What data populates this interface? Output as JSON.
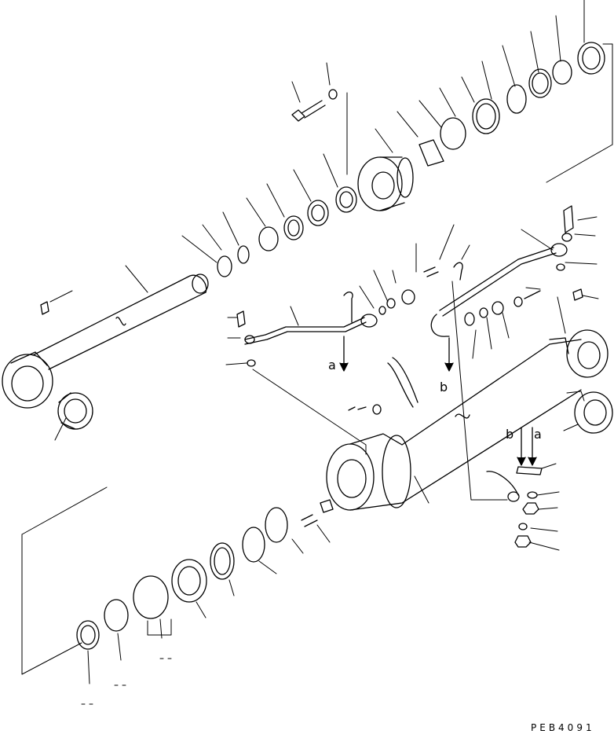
{
  "drawing_code": "PEB4091",
  "pipe_labels": [
    "a",
    "b"
  ],
  "bracket_labels": {
    "b": "b",
    "a": "a"
  }
}
